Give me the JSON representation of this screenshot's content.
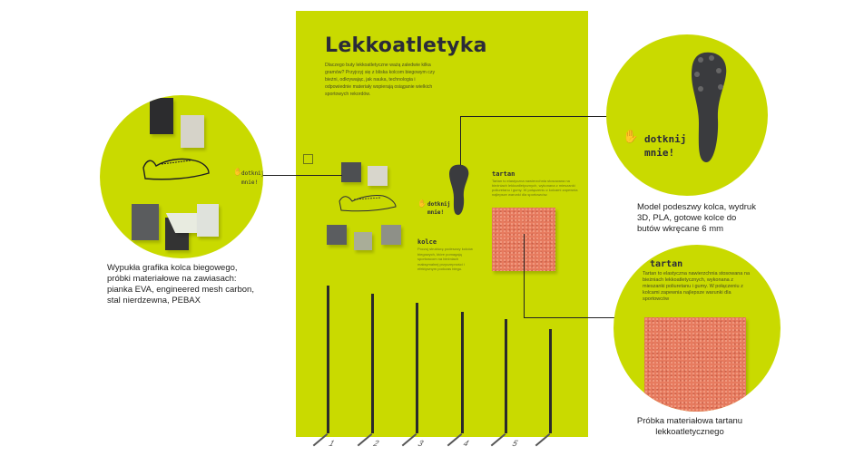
{
  "panel": {
    "title": "Lekkoatletyka",
    "intro": "Dlaczego buty lekkoatletyczne ważą zaledwie kilka gramów? Przyjrzyj się z bliska kolcom biegowym czy bieżni, odkrywając, jak nauka, technologia i odpowiednie materiały wspierają osiąganie wielkich sportowych rekordów.",
    "touch_label": "dotknij mnie!",
    "kolce_title": "kolce",
    "kolce_text": "Poczuj strukturę podeszwy kolców biegowych, które pomagają sportowcom na bieżniach maksymalnej przyczepności i efektywnym podczas biegu.",
    "tartan_title": "tartan",
    "tartan_text": "Tartan to elastyczna nawierzchnia stosowana na bieżniach lekkoatletycznych, wykonana z mieszanki poliuretanu i gumy. W połączeniu z kolcami zapewnia najlepsze warunki dla sportowców."
  },
  "callouts": {
    "left": "Wypukła grafika kolca biegowego, próbki materiałowe na zawiasach: pianka EVA, engineered mesh carbon, stal nierdzewna, PEBAX",
    "top_right": "Model podeszwy kolca, wydruk 3D, PLA, gotowe kolce do butów wkręcane 6 mm",
    "top_right_touch": "dotknij mnie!",
    "bottom_right_title": "tartan",
    "bottom_right_text": "Tartan to elastyczna nawierzchnia stosowana na bieżniach lekkoatletycznych, wykonana z mieszanki poliuretanu i gumy. W połączeniu z kolcami zapewnia najlepsze warunki dla sportowców",
    "bottom_right": "Próbka materiałowa tartanu lekkoatletycznego"
  },
  "floor_numbers": [
    "1",
    "2",
    "3",
    "4",
    "5"
  ],
  "colors": {
    "panel": "#c9da00",
    "tartan": "#e77b5f",
    "text": "#2b2b38"
  }
}
